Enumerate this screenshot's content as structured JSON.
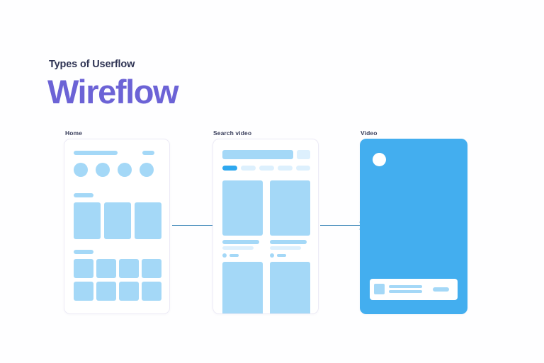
{
  "page": {
    "eyebrow": "Types of Userflow",
    "title": "Wireflow",
    "background": "#fefeff"
  },
  "colors": {
    "title_purple": "#6c63d6",
    "heading_navy": "#2f3454",
    "wire_light_blue": "#a4d8f7",
    "wire_pale_blue": "#ddf0fd",
    "wire_deep_blue": "#2ea8ef",
    "video_blue": "#43aeef",
    "arrow_blue": "#3d87b8",
    "card_border": "#eceaf6"
  },
  "flow": {
    "screens": [
      {
        "id": "home",
        "label": "Home",
        "type": "wireframe",
        "sections": [
          "header-bar",
          "avatar-row",
          "section-title",
          "featured-cards",
          "section-title",
          "thumbnail-grid"
        ]
      },
      {
        "id": "search-video",
        "label": "Search video",
        "type": "wireframe",
        "sections": [
          "search-bar",
          "filter-chips",
          "results-grid"
        ]
      },
      {
        "id": "video",
        "label": "Video",
        "type": "player",
        "sections": [
          "close-button",
          "player-surface",
          "info-bar"
        ]
      }
    ],
    "connectors": [
      {
        "id": "home-to-search",
        "from": "home",
        "to": "search-video"
      },
      {
        "id": "search-to-video",
        "from": "search-video",
        "to": "video"
      }
    ]
  }
}
